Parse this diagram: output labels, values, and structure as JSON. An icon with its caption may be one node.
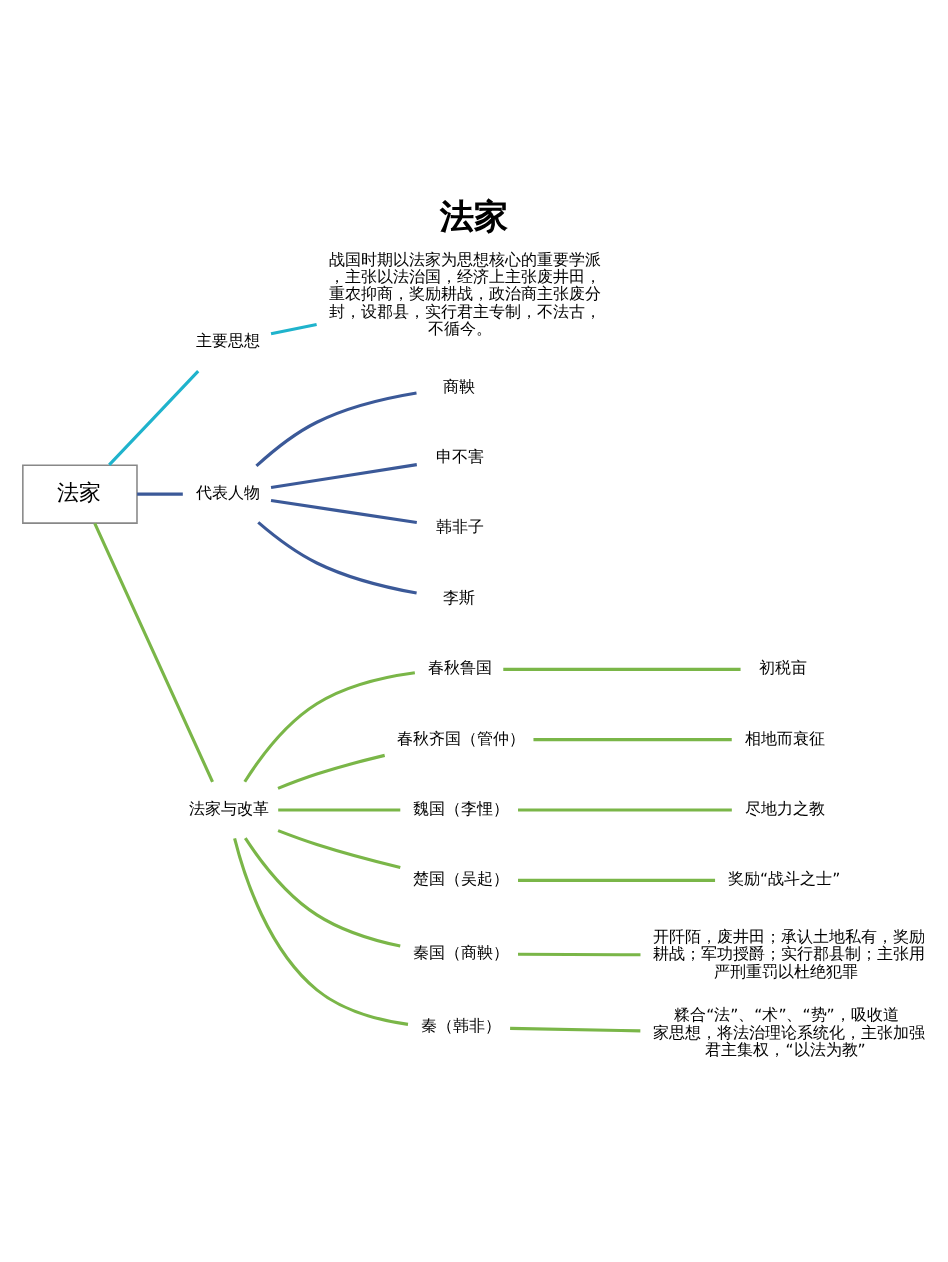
{
  "diagram": {
    "title": "法家",
    "nodes": [
      {
        "text": [
          "法家"
        ]
      },
      {
        "text": [
          "主要思想"
        ]
      },
      {
        "text": [
          "战国时期以法家为思想核心的重要学派，主张以法治国，经济上主张废井田，重农抑商，奖励耕战，政治商主张废分封，设郡县，实行君主专制，不法古，不循今。"
        ]
      },
      {
        "text": [
          "代表人物"
        ]
      },
      {
        "text": [
          "商鞅"
        ]
      },
      {
        "text": [
          "申不害"
        ]
      },
      {
        "text": [
          "韩非子"
        ]
      },
      {
        "text": [
          "李斯"
        ]
      },
      {
        "text": [
          "法家与改革"
        ]
      },
      {
        "text": [
          "春秋鲁国"
        ]
      },
      {
        "text": [
          "初税亩"
        ]
      },
      {
        "text": [
          "春秋齐国（管仲）"
        ]
      },
      {
        "text": [
          "相地而衰征"
        ]
      },
      {
        "text": [
          "魏国（李悝）"
        ]
      },
      {
        "text": [
          "尽地力之教"
        ]
      },
      {
        "text": [
          "楚国（吴起）"
        ]
      },
      {
        "text": [
          "奖励“战斗之士”"
        ]
      },
      {
        "text": [
          "秦国（商鞅）"
        ]
      },
      {
        "text": [
          "开阡陌，废井田；承认土地私有，奖励耕战；军功授爵；实行郡县制；主张用严刑重罚以杜绝犯罪"
        ]
      },
      {
        "text": [
          "秦（韩非）"
        ]
      },
      {
        "text": [
          "糅合“法”、“术”、“势”，吸收道家思想，将法治理论系统化，主张加强君主集权，“以法为教”"
        ]
      }
    ],
    "edges": [
      {
        "from": 0,
        "to": 1,
        "arrow": "none",
        "color": "#1fb3cc"
      },
      {
        "from": 1,
        "to": 2,
        "arrow": "none",
        "color": "#1fb3cc"
      },
      {
        "from": 0,
        "to": 3,
        "arrow": "none",
        "color": "#3b5998"
      },
      {
        "from": 3,
        "to": 4,
        "arrow": "none",
        "color": "#3b5998"
      },
      {
        "from": 3,
        "to": 5,
        "arrow": "none",
        "color": "#3b5998"
      },
      {
        "from": 3,
        "to": 6,
        "arrow": "none",
        "color": "#3b5998"
      },
      {
        "from": 3,
        "to": 7,
        "arrow": "none",
        "color": "#3b5998"
      },
      {
        "from": 0,
        "to": 8,
        "arrow": "none"
      },
      {
        "from": 8,
        "to": 9,
        "arrow": "none"
      },
      {
        "from": 9,
        "to": 10,
        "arrow": "none"
      },
      {
        "from": 8,
        "to": 11,
        "arrow": "none"
      },
      {
        "from": 11,
        "to": 12,
        "arrow": "none"
      },
      {
        "from": 8,
        "to": 13,
        "arrow": "none"
      },
      {
        "from": 13,
        "to": 14,
        "arrow": "none"
      },
      {
        "from": 8,
        "to": 15,
        "arrow": "none"
      },
      {
        "from": 15,
        "to": 16,
        "arrow": "none"
      },
      {
        "from": 8,
        "to": 17,
        "arrow": "none"
      },
      {
        "from": 17,
        "to": 18,
        "arrow": "none"
      },
      {
        "from": 8,
        "to": 19,
        "arrow": "none"
      },
      {
        "from": 19,
        "to": 20,
        "arrow": "none"
      }
    ]
  }
}
